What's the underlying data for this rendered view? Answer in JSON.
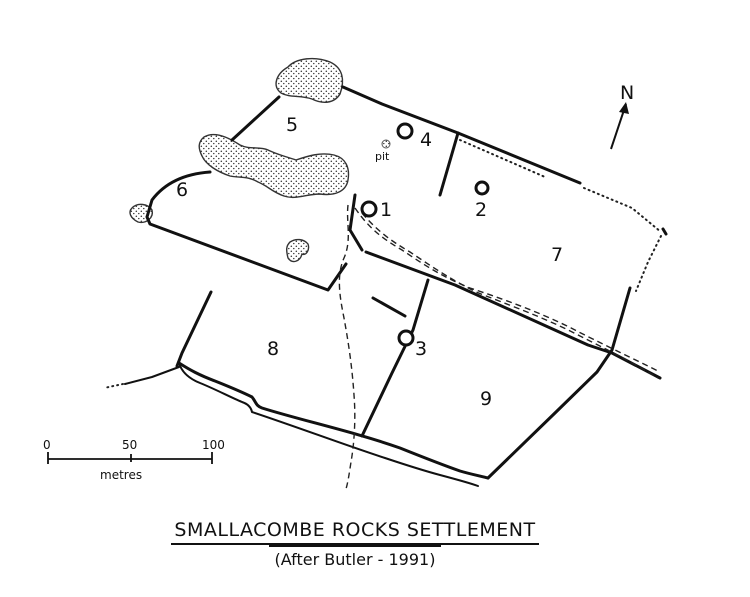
{
  "map": {
    "enclosures": [
      "5",
      "6",
      "7",
      "8",
      "9"
    ],
    "huts": [
      "1",
      "2",
      "3",
      "4"
    ],
    "pit_label": "pit",
    "north_label": "N",
    "scale": {
      "ticks": [
        "0",
        "50",
        "100"
      ],
      "unit": "metres"
    }
  },
  "title": "SMALLACOMBE ROCKS SETTLEMENT",
  "subtitle": "(After Butler - 1991)"
}
